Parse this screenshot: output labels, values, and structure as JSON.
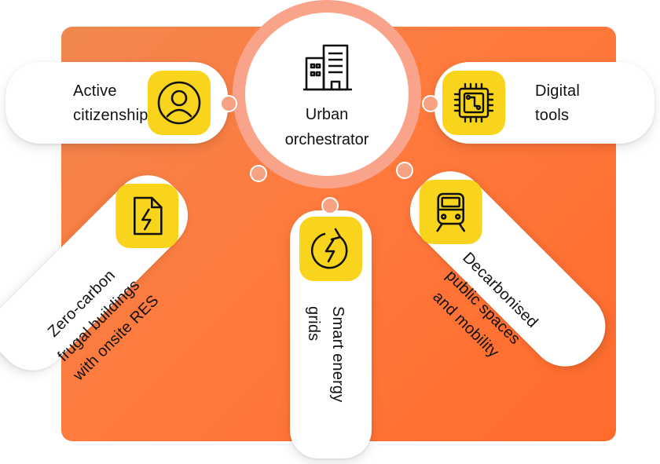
{
  "hub": {
    "icon": "buildings-icon",
    "line1": "Urban",
    "line2": "orchestrator"
  },
  "cards": {
    "active_citizenship": {
      "line1": "Active",
      "line2": "citizenship",
      "icon": "user-circle-icon"
    },
    "digital_tools": {
      "line1": "Digital",
      "line2": "tools",
      "icon": "chip-icon"
    },
    "buildings": {
      "line1": "Zero-carbon",
      "line2": "frugal buildings",
      "line3": "with onsite RES",
      "icon": "bolt-document-icon"
    },
    "energy_grids": {
      "line1": "Smart energy",
      "line2": "grids",
      "icon": "energy-cycle-icon"
    },
    "mobility": {
      "line1": "Decarbonised",
      "line2": "public spaces",
      "line3": "and mobility",
      "icon": "train-icon"
    }
  },
  "colors": {
    "background_panel": "#ff7a3d",
    "hub_ring": "#f9a48a",
    "icon_tile": "#f9d41c",
    "card": "#ffffff",
    "text": "#111111"
  }
}
